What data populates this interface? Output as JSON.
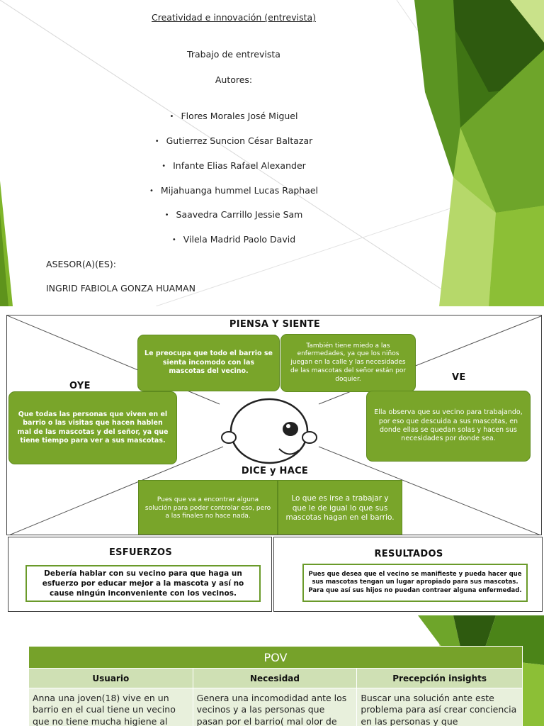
{
  "slide1": {
    "title": "Creatividad e innovación (entrevista)",
    "subtitle": "Trabajo de entrevista",
    "authors_label": "Autores:",
    "bullet_symbol": "•",
    "authors": [
      "Flores Morales José Miguel",
      "Gutierrez Suncion César Baltazar",
      "Infante Elias Rafael Alexander",
      "Mijahuanga hummel Lucas Raphael",
      "Saavedra Carrillo Jessie Sam",
      "Vilela Madrid Paolo David"
    ],
    "advisor_label": "ASESOR(A)(ES):",
    "advisor_name": "INGRID FABIOLA GONZA HUAMAN",
    "accent_colors": [
      "#2f5b12",
      "#5d8f1c",
      "#8cbd2e",
      "#b9d96a"
    ]
  },
  "empathy_map": {
    "piensa_title": "PIENSA Y SIENTE",
    "oye_title": "OYE",
    "ve_title": "VE",
    "dice_title": "DICE y HACE",
    "piensa_1": "Le preocupa que todo el barrio se sienta incomodo con las mascotas del vecino.",
    "piensa_2": "También tiene miedo a las enfermedades, ya que los niños juegan  en la calle y las necesidades de las mascotas del señor están por doquier.",
    "oye_text": "Que todas las personas que viven en el barrio o las visitas que hacen hablen mal de las mascotas y del señor, ya que tiene tiempo para ver a sus mascotas.",
    "ve_text": "Ella observa que su vecino para trabajando, por eso que descuida a sus mascotas, en donde ellas se quedan solas y hacen sus necesidades por donde sea.",
    "dice_1": "Pues que va a encontrar alguna solución para poder controlar eso, pero a las finales no hace nada.",
    "dice_2": "Lo que es irse a trabajar y que le de igual lo que sus mascotas hagan en el barrio.",
    "box_color": "#79a52a"
  },
  "esfuerzos": {
    "title": "ESFUERZOS",
    "text": "Debería hablar con su vecino para que haga un esfuerzo por educar mejor a la mascota y así no cause ningún inconveniente con los vecinos."
  },
  "resultados": {
    "title": "RESULTADOS",
    "text_1": "Pues que desea que el vecino se manifieste y pueda hacer que sus mascotas tengan un lugar apropiado para sus mascotas.",
    "text_2": "Para que así sus hijos no puedan contraer alguna enfermedad."
  },
  "pov": {
    "title": "POV",
    "headers": [
      "Usuario",
      "Necesidad",
      "Precepción insights"
    ],
    "cells": [
      "Anna una joven(18) vive en un barrio en el cual tiene un vecino que no tiene mucha higiene al",
      "Genera una incomodidad ante los vecinos y a las personas que pasan por el barrio( mal olor de",
      "Buscar una solución ante este problema para así crear conciencia en las personas y que"
    ],
    "header_color": "#76a22a",
    "subheader_color": "#cfe0b4",
    "cell_color": "#e8f0dc"
  }
}
